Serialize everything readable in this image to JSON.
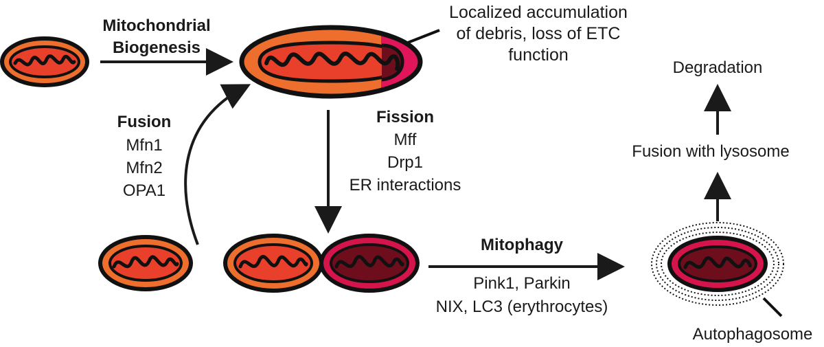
{
  "labels": {
    "biogenesis_line1": "Mitochondrial",
    "biogenesis_line2": "Biogenesis",
    "debris_line1": "Localized accumulation",
    "debris_line2": "of debris, loss of ETC",
    "debris_line3": "function",
    "fusion_title": "Fusion",
    "fusion_items": [
      "Mfn1",
      "Mfn2",
      "OPA1"
    ],
    "fission_title": "Fission",
    "fission_items": [
      "Mff",
      "Drp1",
      "ER interactions"
    ],
    "mitophagy_title": "Mitophagy",
    "mitophagy_items": [
      "Pink1, Parkin",
      "NIX, LC3 (erythrocytes)"
    ],
    "lysosome": "Fusion with lysosome",
    "degradation": "Degradation",
    "autophagosome": "Autophagosome"
  },
  "colors": {
    "healthy_outer": "#ee6f2d",
    "healthy_inner": "#e8402a",
    "damaged_outer": "#d4144a",
    "damaged_inner": "#6e0d1c",
    "damaged_patch": "#e0155a",
    "stroke": "#111111"
  }
}
